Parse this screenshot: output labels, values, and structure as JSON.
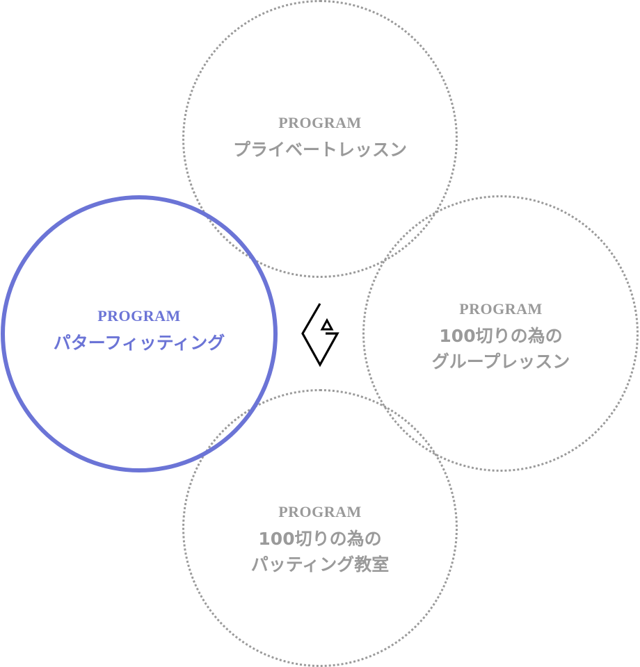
{
  "programs": [
    {
      "id": "private-lesson",
      "kicker": "PROGRAM",
      "title_line1": "プライベートレッスン",
      "title_line2": "",
      "state": "inactive"
    },
    {
      "id": "putter-fitting",
      "kicker": "PROGRAM",
      "title_line1": "パターフィッティング",
      "title_line2": "",
      "state": "active"
    },
    {
      "id": "group-lesson",
      "kicker": "PROGRAM",
      "title_line1": "100切りの為の",
      "title_line2": "グループレッスン",
      "state": "inactive"
    },
    {
      "id": "putting-class",
      "kicker": "PROGRAM",
      "title_line1": "100切りの為の",
      "title_line2": "パッティング教室",
      "state": "inactive"
    }
  ],
  "colors": {
    "accent": "#6b74d6",
    "inactive": "#9a9a9a",
    "background": "#ffffff",
    "logo": "#000000"
  },
  "logo": {
    "icon": "brand-logo-icon"
  }
}
